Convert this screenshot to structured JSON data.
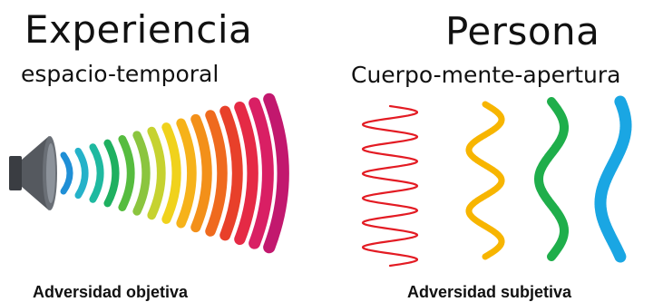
{
  "left": {
    "title": "Experiencia",
    "subtitle": "espacio-temporal",
    "caption": "Adversidad objetiva",
    "wave_colors": [
      "#1f8fd6",
      "#25b2c9",
      "#1fb9a0",
      "#1fb060",
      "#56bc3f",
      "#8bc53f",
      "#c6d230",
      "#f0d21c",
      "#f6b21a",
      "#f39019",
      "#ef6a1e",
      "#e8402a",
      "#e52a45",
      "#d91f64",
      "#c2186e"
    ]
  },
  "right": {
    "title": "Persona",
    "subtitle": "Cuerpo-mente-apertura",
    "caption": "Adversidad subjetiva",
    "wave_colors": [
      "#e31b23",
      "#f7b500",
      "#1fae4b",
      "#1aa6e3"
    ]
  }
}
